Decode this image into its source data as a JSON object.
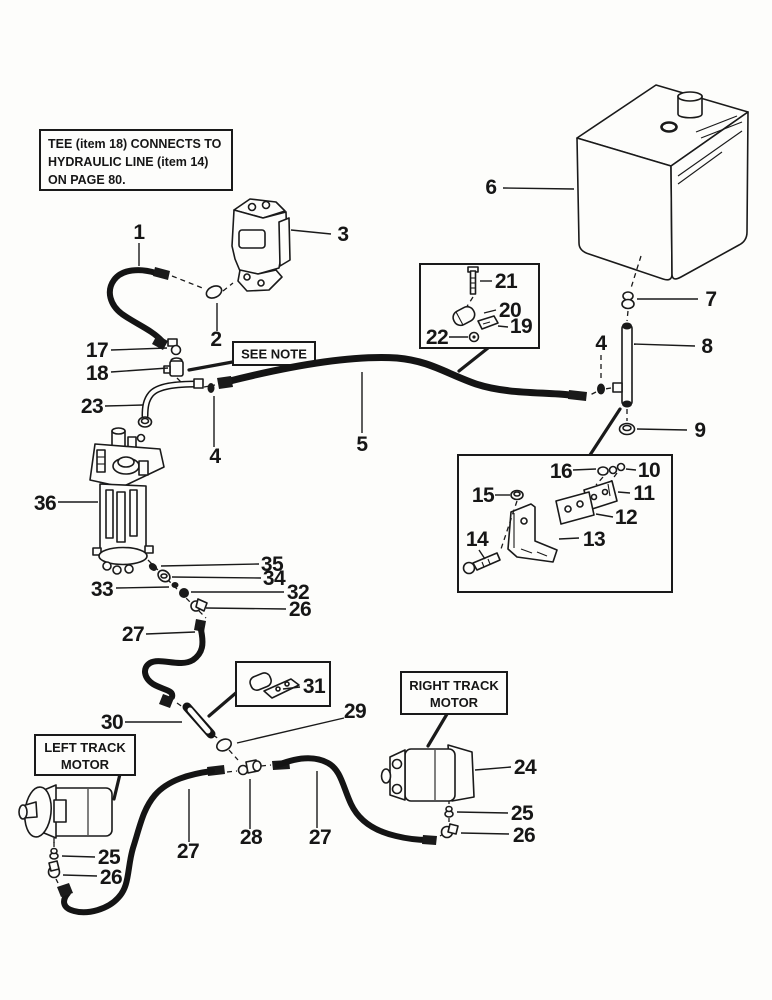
{
  "colors": {
    "paper": "#fdfdfb",
    "ink": "#1a1a1a"
  },
  "note_box": {
    "lines": [
      "TEE (item 18) CONNECTS TO",
      "HYDRAULIC LINE (item 14)",
      "ON PAGE 80."
    ]
  },
  "labels": {
    "see_note": "SEE NOTE",
    "left_motor": [
      "LEFT TRACK",
      "MOTOR"
    ],
    "right_motor": [
      "RIGHT TRACK",
      "MOTOR"
    ]
  },
  "callouts": {
    "c1": "1",
    "c2": "2",
    "c3": "3",
    "c4_left": "4",
    "c4_right": "4",
    "c5": "5",
    "c6": "6",
    "c7": "7",
    "c8": "8",
    "c9": "9",
    "c10": "10",
    "c11": "11",
    "c12": "12",
    "c13": "13",
    "c14": "14",
    "c15": "15",
    "c16": "16",
    "c17": "17",
    "c18": "18",
    "c19": "19",
    "c20": "20",
    "c21": "21",
    "c22": "22",
    "c23": "23",
    "c24": "24",
    "c25_right": "25",
    "c25_left": "25",
    "c26_chain": "26",
    "c26_right": "26",
    "c26_left": "26",
    "c27_upper": "27",
    "c27_lower_left": "27",
    "c27_lower_right": "27",
    "c28": "28",
    "c29": "29",
    "c30": "30",
    "c31": "31",
    "c32": "32",
    "c33": "33",
    "c34": "34",
    "c35": "35",
    "c36": "36"
  }
}
